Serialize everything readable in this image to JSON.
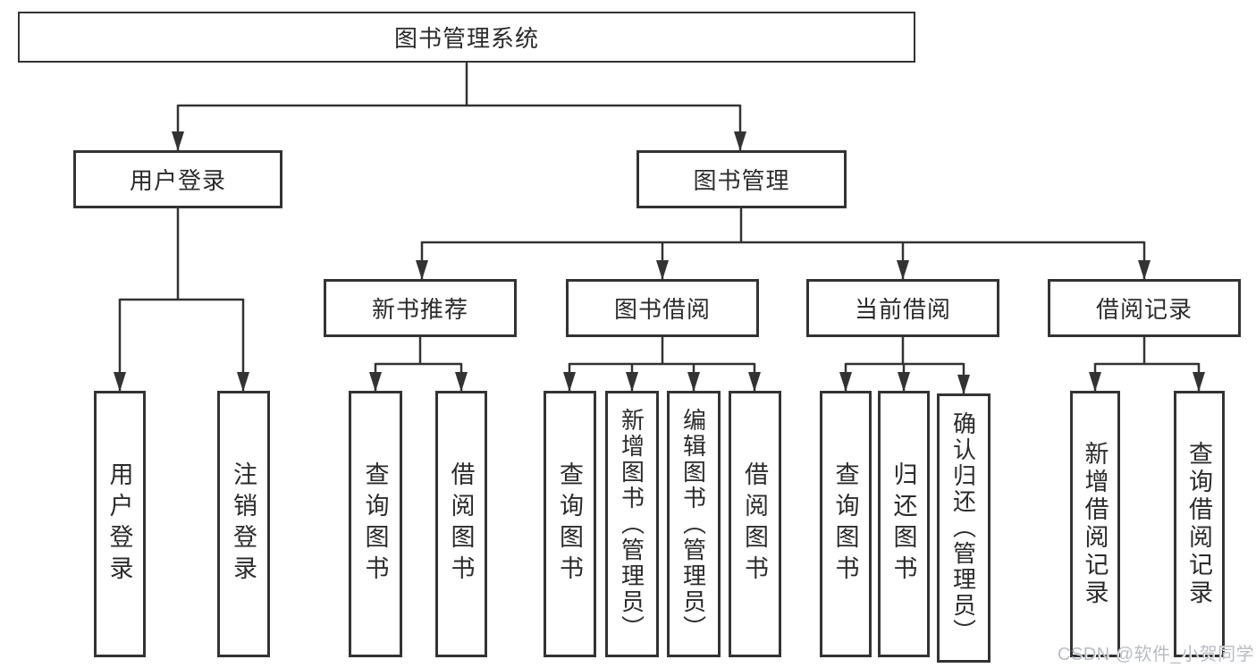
{
  "colors": {
    "line": "#333333",
    "text": "#2b2b2b",
    "watermark": "#b9bdc2"
  },
  "tree": {
    "root": {
      "label": "图书管理系统"
    },
    "branches": [
      {
        "label": "用户登录",
        "children": [
          {
            "label": "用户登录"
          },
          {
            "label": "注销登录"
          }
        ]
      },
      {
        "label": "图书管理",
        "children": [
          {
            "label": "新书推荐",
            "children": [
              {
                "label": "查询图书"
              },
              {
                "label": "借阅图书"
              }
            ]
          },
          {
            "label": "图书借阅",
            "children": [
              {
                "label": "查询图书"
              },
              {
                "label": "新增图书（管理员）"
              },
              {
                "label": "编辑图书（管理员）"
              },
              {
                "label": "借阅图书"
              }
            ]
          },
          {
            "label": "当前借阅",
            "children": [
              {
                "label": "查询图书"
              },
              {
                "label": "归还图书"
              },
              {
                "label": "确认归还（管理员）"
              }
            ]
          },
          {
            "label": "借阅记录",
            "children": [
              {
                "label": "新增借阅记录"
              },
              {
                "label": "查询借阅记录"
              }
            ]
          }
        ]
      }
    ]
  },
  "watermark": "CSDN @软件_小贺同学"
}
